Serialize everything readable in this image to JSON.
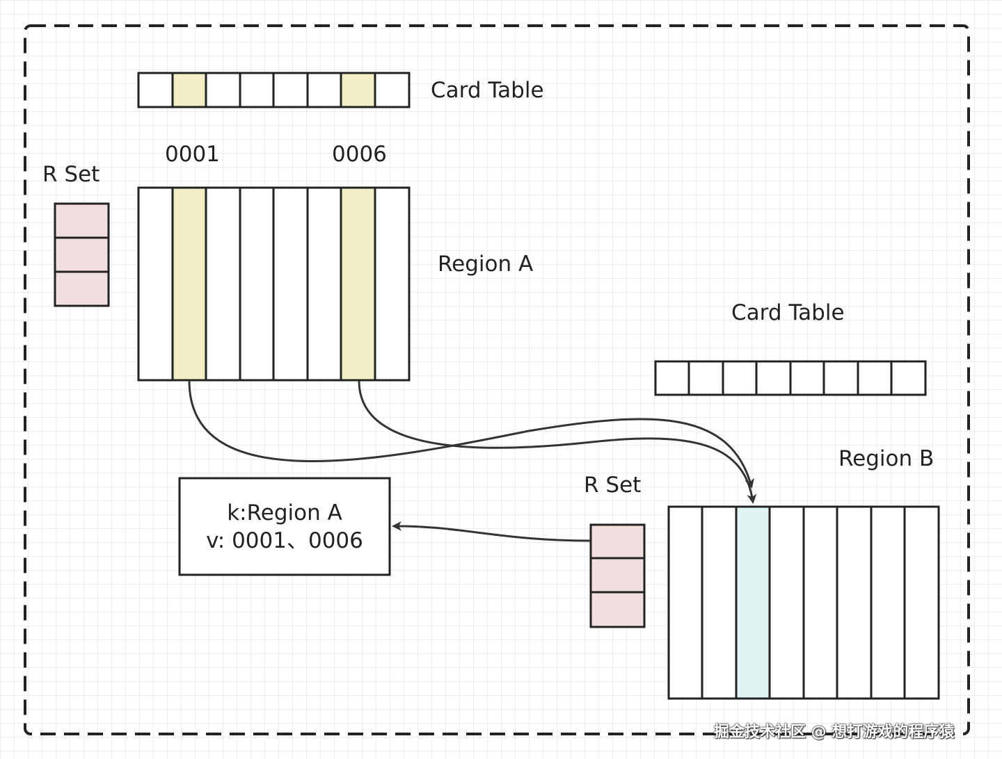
{
  "labels": {
    "card_table_a": "Card Table",
    "card_table_b": "Card Table",
    "card_0001": "0001",
    "card_0006": "0006",
    "rset_a": "R Set",
    "rset_b": "R Set",
    "region_a": "Region A",
    "region_b": "Region B"
  },
  "rset_entry": {
    "key": "k:Region A",
    "value": "v: 0001、0006"
  },
  "watermark": "掘金技术社区 @ 想打游戏的程序猿",
  "colors": {
    "highlight_yellow": "#f3edc8",
    "highlight_cyan": "#dff4f3",
    "rset_pink": "#f1dede",
    "stroke": "#222222",
    "frame_dash": "#222222"
  }
}
